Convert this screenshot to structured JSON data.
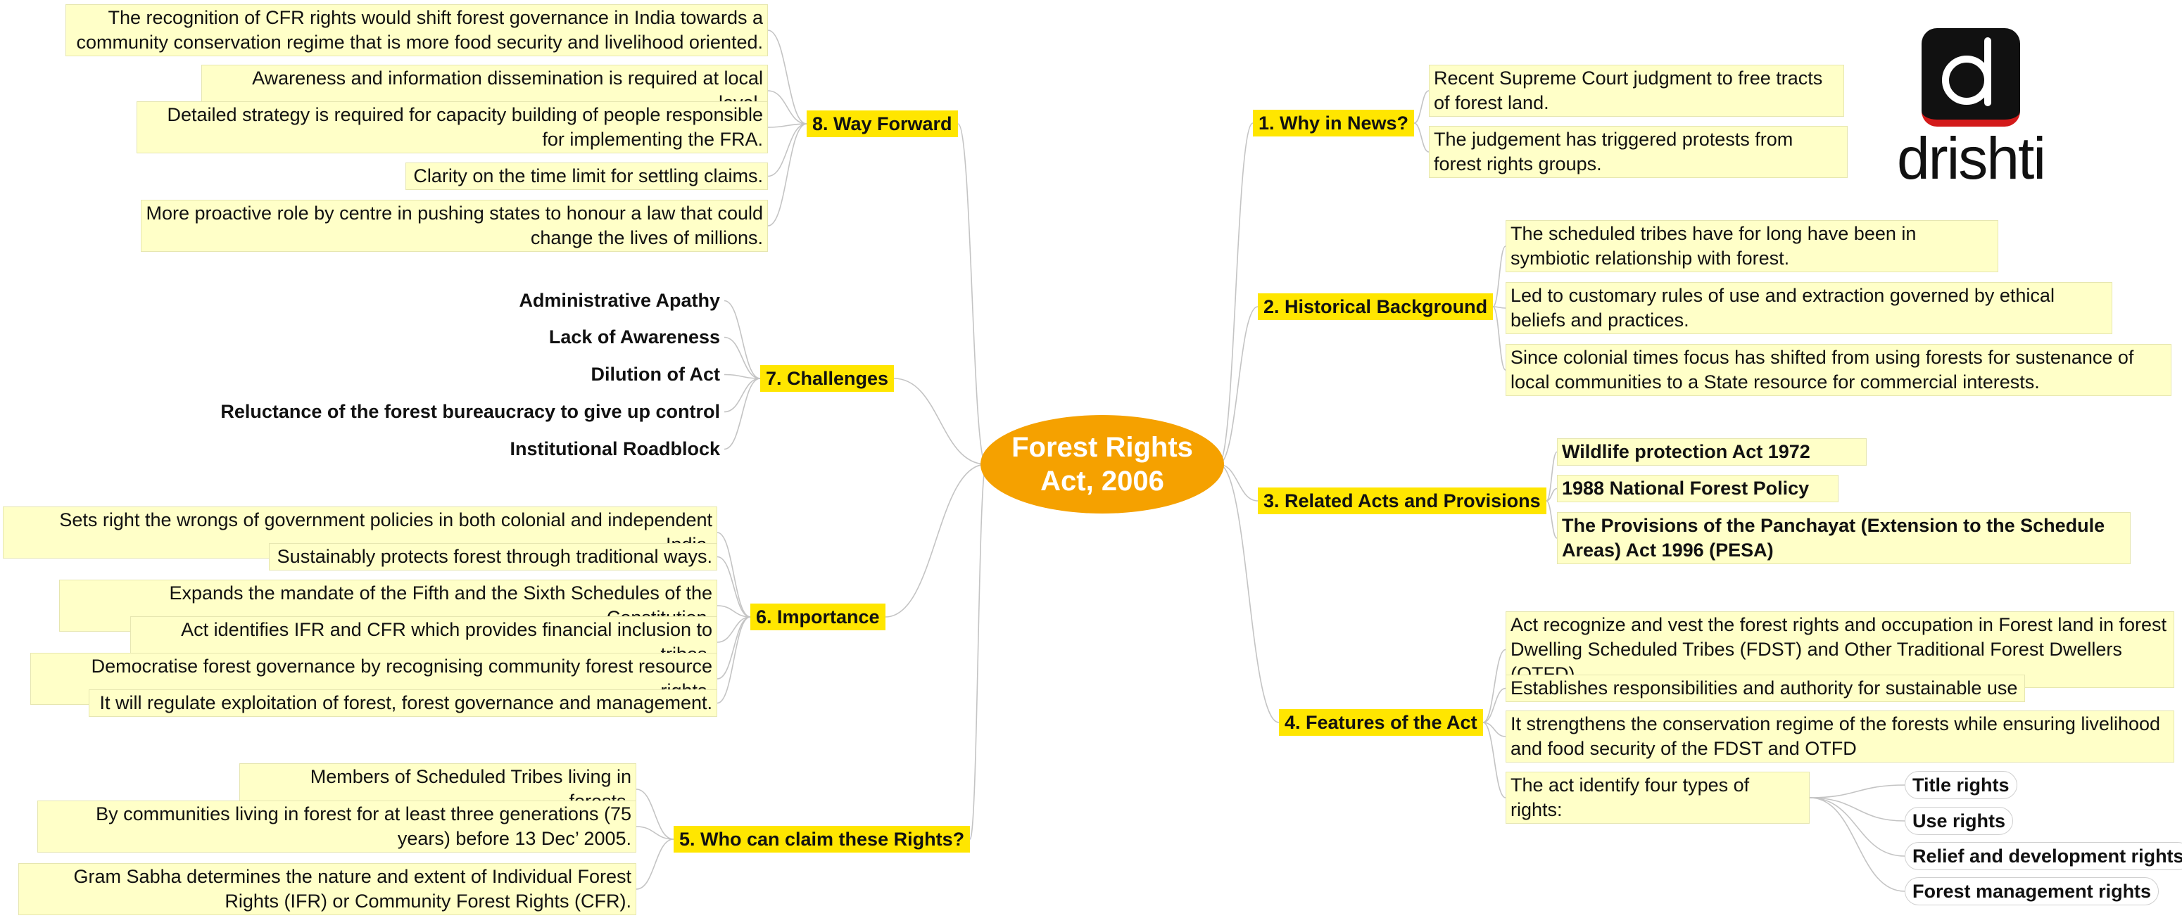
{
  "center": "Forest Rights\nAct, 2006",
  "logo": {
    "text": "drishti",
    "letter": "d",
    "mark_color": "#111111",
    "accent": "#d31a1a"
  },
  "colors": {
    "topic": "#ffe600",
    "note": "#ffffc8",
    "center": "#f5a100"
  },
  "topics": {
    "why": "1. Why in News?",
    "history": "2. Historical Background",
    "acts": "3. Related Acts and Provisions",
    "features": "4. Features of the Act",
    "who": "5. Who can claim these Rights?",
    "importance": "6. Importance",
    "challenges": "7. Challenges",
    "way": "8. Way Forward"
  },
  "why": [
    "Recent Supreme Court judgment to free tracts of forest land.",
    "The judgement has triggered protests from forest rights groups."
  ],
  "history": [
    "The scheduled tribes have for long have been in symbiotic relationship with forest.",
    "Led to customary rules of use and extraction governed by ethical beliefs and practices.",
    "Since colonial times focus has shifted from using forests for sustenance of local communities to a State resource for commercial interests."
  ],
  "acts": [
    "Wildlife protection Act 1972",
    "1988 National Forest Policy",
    "The Provisions of the Panchayat (Extension to the Schedule Areas) Act 1996 (PESA)"
  ],
  "features": [
    "Act recognize and vest the forest rights and occupation in Forest land in forest Dwelling Scheduled Tribes (FDST) and Other Traditional Forest Dwellers (OTFD)",
    "Establishes responsibilities and authority for sustainable use",
    "It strengthens the conservation regime of the forests while ensuring livelihood and food security of the FDST and OTFD",
    "The act identify four types of rights:"
  ],
  "rights": [
    "Title rights",
    "Use rights",
    "Relief and development rights",
    "Forest management rights"
  ],
  "who": [
    "Members of Scheduled Tribes living in forests.",
    "By communities living in forest for at least three generations (75 years) before 13 Dec’ 2005.",
    "Gram Sabha determines the nature and extent of Individual Forest Rights (IFR) or Community Forest Rights (CFR)."
  ],
  "importance": [
    "Sets right the wrongs of government policies in both colonial and independent India.",
    "Sustainably protects forest through traditional ways.",
    "Expands the mandate of the Fifth and the Sixth Schedules of the Constitution.",
    "Act identifies IFR and CFR which provides financial inclusion to tribes.",
    "Democratise forest governance by recognising community forest resource rights.",
    "It will regulate exploitation of forest, forest governance and management."
  ],
  "challenges": [
    "Administrative Apathy",
    "Lack of Awareness",
    "Dilution of Act",
    "Reluctance of the forest bureaucracy to give up control",
    "Institutional Roadblock"
  ],
  "way": [
    "The recognition of CFR rights would shift forest governance in India towards a community conservation regime that is more food security and livelihood oriented.",
    "Awareness and information dissemination is required at local level.",
    "Detailed strategy is required for capacity building of people responsible for implementing the FRA.",
    "Clarity on the time limit for settling claims.",
    "More proactive role by centre in pushing states to honour a law that could change the lives of millions."
  ]
}
